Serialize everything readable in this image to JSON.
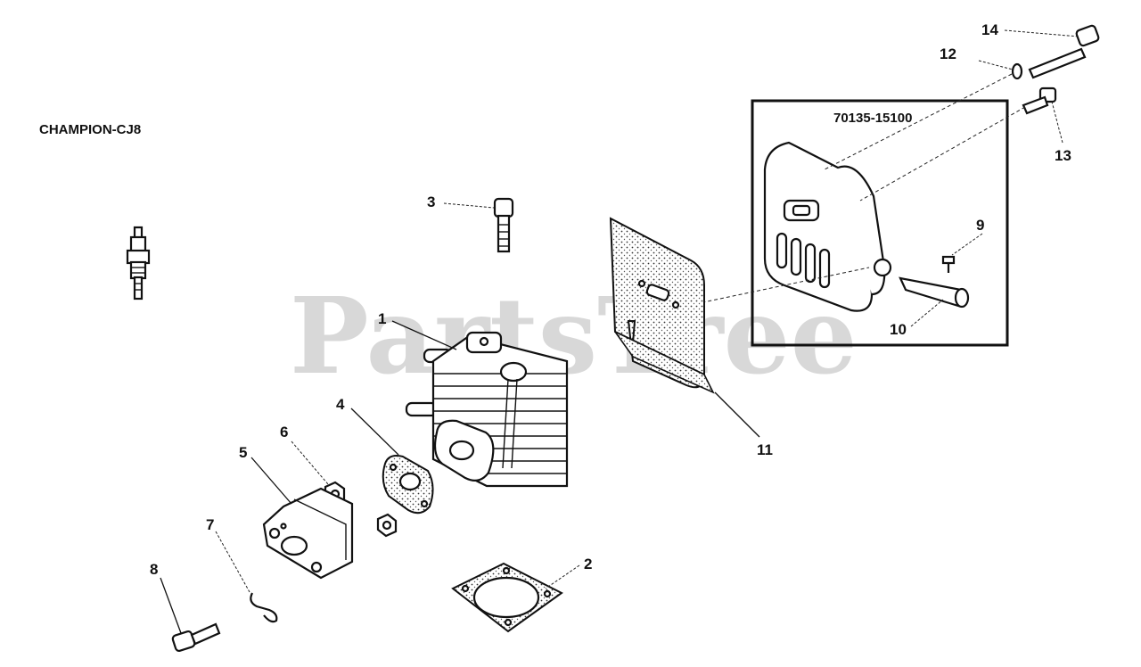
{
  "watermark": "PartsTree",
  "spark_plug_label": "CHAMPION-CJ8",
  "muffler_kit_part_number": "70135-15100",
  "callouts": {
    "c1": "1",
    "c2": "2",
    "c3": "3",
    "c4": "4",
    "c5": "5",
    "c6": "6",
    "c7": "7",
    "c8": "8",
    "c9": "9",
    "c10": "10",
    "c11": "11",
    "c12": "12",
    "c13": "13",
    "c14": "14"
  }
}
